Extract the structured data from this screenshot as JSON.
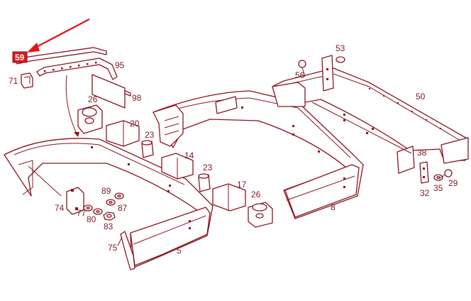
{
  "diagram": {
    "highlighted_part": "59",
    "line_color": "#8a1420",
    "highlight_color": "#e3141c",
    "callouts": [
      "59",
      "71",
      "95",
      "26",
      "98",
      "20",
      "23",
      "14",
      "23",
      "17",
      "26",
      "53",
      "56",
      "50",
      "38",
      "29",
      "35",
      "32",
      "8",
      "74",
      "89",
      "77",
      "87",
      "80",
      "83",
      "75",
      "5"
    ]
  }
}
